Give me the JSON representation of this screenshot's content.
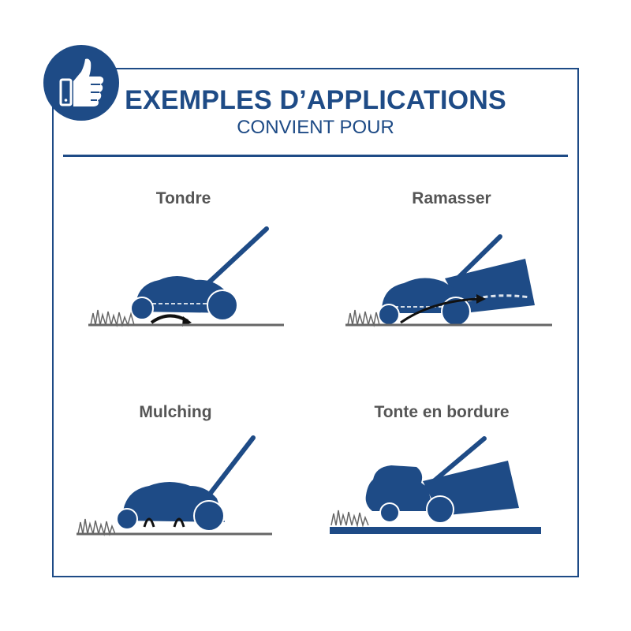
{
  "header": {
    "title": "EXEMPLES D’APPLICATIONS",
    "subtitle": "CONVIENT POUR",
    "badge_icon": "thumbs-up-icon"
  },
  "applications": [
    {
      "label": "Tondre",
      "icon": "mowing-illustration"
    },
    {
      "label": "Ramasser",
      "icon": "collecting-illustration"
    },
    {
      "label": "Mulching",
      "icon": "mulching-illustration"
    },
    {
      "label": "Tonte en bordure",
      "icon": "edge-mowing-illustration"
    }
  ],
  "colors": {
    "primary": "#1e4b86",
    "label": "#555555",
    "grass": "#666666"
  }
}
